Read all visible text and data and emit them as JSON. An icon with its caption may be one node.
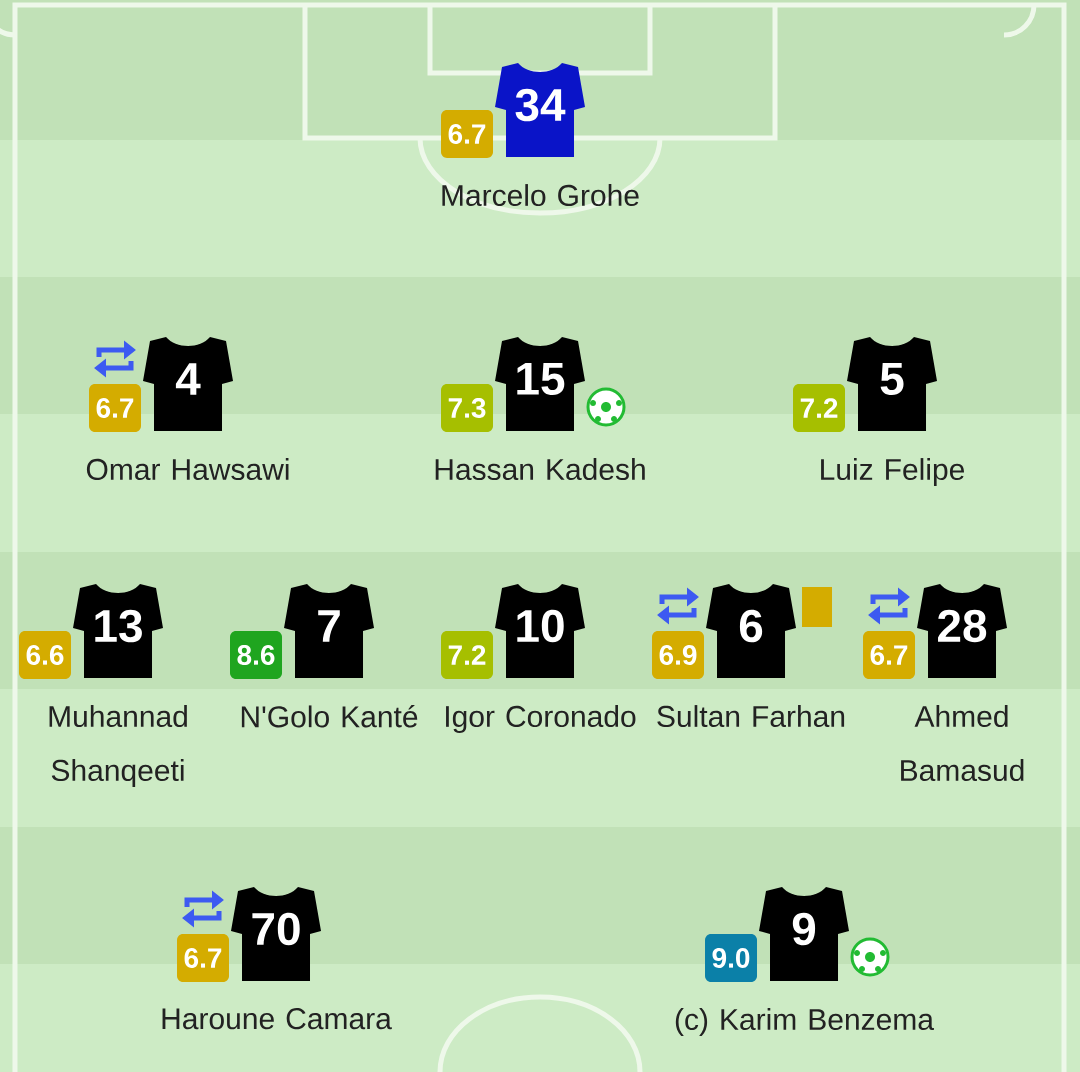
{
  "diagram": {
    "nodes": [
      {
        "text": [
          "6.7"
        ]
      },
      {
        "text": [
          "34"
        ],
        "beside": [
          "Marcelo Grohe"
        ]
      },
      {
        "text": [
          "6.7"
        ]
      },
      {
        "text": [
          "4"
        ],
        "beside": [
          "Omar Hawsawi"
        ]
      },
      {
        "text": [
          "7.3"
        ]
      },
      {
        "text": [
          "15"
        ],
        "beside": [
          "Hassan Kadesh"
        ]
      },
      {
        "text": [
          "7.2"
        ]
      },
      {
        "text": [
          "5"
        ],
        "beside": [
          "Luiz Felipe"
        ]
      },
      {
        "text": [
          "6.6"
        ]
      },
      {
        "text": [
          "13"
        ],
        "beside": [
          "Muhannad Shanqeeti"
        ]
      },
      {
        "text": [
          "8.6"
        ]
      },
      {
        "text": [
          "7"
        ],
        "beside": [
          "N'Golo Kanté"
        ]
      },
      {
        "text": [
          "7.2"
        ]
      },
      {
        "text": [
          "10"
        ],
        "beside": [
          "Igor Coronado"
        ]
      },
      {
        "text": [
          "6.9"
        ]
      },
      {
        "text": [
          "6"
        ],
        "beside": [
          "Sultan Farhan"
        ]
      },
      {
        "text": [
          "6.7"
        ]
      },
      {
        "text": [
          "28"
        ],
        "beside": [
          "Ahmed Bamasud"
        ]
      },
      {
        "text": [
          "6.7"
        ]
      },
      {
        "text": [
          "70"
        ],
        "beside": [
          "Haroune Camara"
        ]
      },
      {
        "text": [
          "9.0"
        ]
      },
      {
        "text": [
          "9"
        ],
        "beside": [
          "(c) Karim Benzema"
        ]
      }
    ]
  }
}
